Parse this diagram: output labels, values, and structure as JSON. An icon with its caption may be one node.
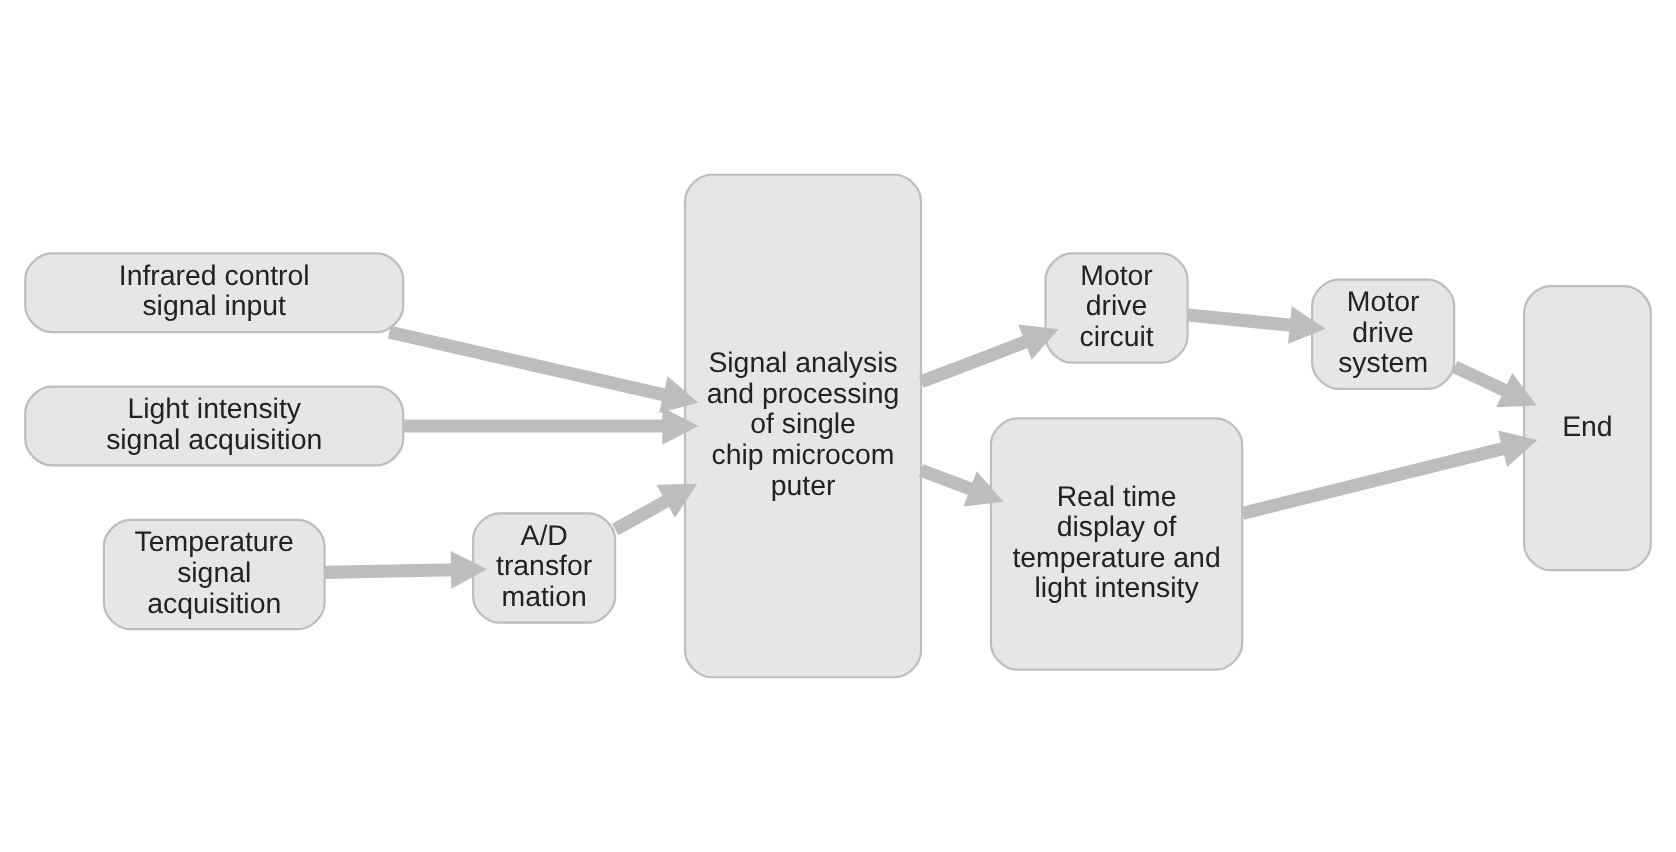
{
  "diagram": {
    "nodes": [
      {
        "text": [
          "Infrared control signal input"
        ]
      },
      {
        "text": [
          "Light intensity signal acquisition"
        ]
      },
      {
        "text": [
          "Temperature signal acquisition"
        ]
      },
      {
        "text": [
          "A/D transfor mation"
        ]
      },
      {
        "text": [
          "Signal analysis and processing of single chip microcom puter"
        ]
      },
      {
        "text": [
          "Motor drive circuit"
        ]
      },
      {
        "text": [
          "Motor drive system"
        ]
      },
      {
        "text": [
          "Real time display of temperature and light intensity"
        ]
      },
      {
        "text": [
          "End"
        ]
      }
    ],
    "edges": [
      {
        "from": 0,
        "to": 4,
        "arrow": "to"
      },
      {
        "from": 1,
        "to": 4,
        "arrow": "to"
      },
      {
        "from": 2,
        "to": 3,
        "arrow": "to"
      },
      {
        "from": 3,
        "to": 4,
        "arrow": "to"
      },
      {
        "from": 4,
        "to": 5,
        "arrow": "to"
      },
      {
        "from": 5,
        "to": 6,
        "arrow": "to"
      },
      {
        "from": 6,
        "to": 8,
        "arrow": "to"
      },
      {
        "from": 4,
        "to": 7,
        "arrow": "to"
      },
      {
        "from": 7,
        "to": 8,
        "arrow": "to"
      }
    ]
  }
}
